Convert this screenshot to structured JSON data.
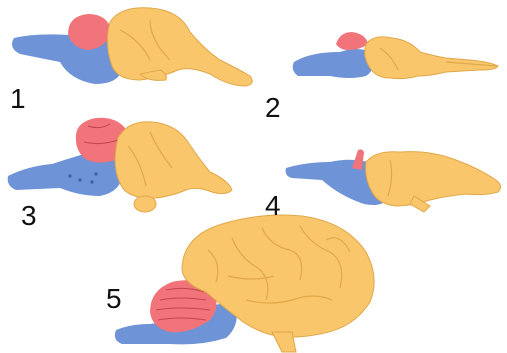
{
  "labels": [
    "1",
    "2",
    "3",
    "4",
    "5"
  ],
  "colors": {
    "forebrain": "#F9C66B",
    "hindbrain": "#6E93D6",
    "cerebellum": "#F0747A",
    "outline": "#e0a84a",
    "cerebellum_stripe": "#c24650"
  }
}
